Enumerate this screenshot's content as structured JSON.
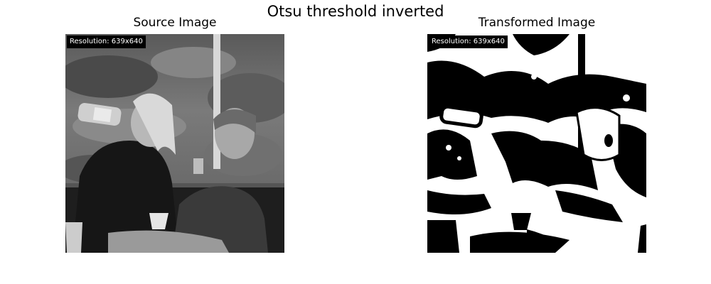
{
  "figure": {
    "title": "Otsu threshold inverted"
  },
  "panels": [
    {
      "title": "Source Image",
      "resolution_label": "Resolution: 639x640"
    },
    {
      "title": "Transformed Image",
      "resolution_label": "Resolution: 639x640"
    }
  ]
}
